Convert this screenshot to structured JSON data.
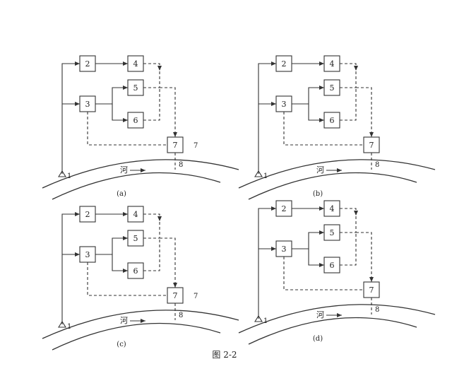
{
  "figure_caption": "图 2-2",
  "panels": [
    {
      "label": "(a)",
      "boxes": [
        "2",
        "4",
        "3",
        "5",
        "6",
        "7"
      ],
      "extra_label": "7",
      "pipe_label": "8",
      "river_label": "河",
      "source_label": "1"
    },
    {
      "label": "(b)",
      "boxes": [
        "2",
        "4",
        "3",
        "5",
        "6",
        "7"
      ],
      "extra_label": "",
      "pipe_label": "8",
      "river_label": "河",
      "source_label": "1"
    },
    {
      "label": "(c)",
      "boxes": [
        "2",
        "4",
        "3",
        "5",
        "6",
        "7"
      ],
      "extra_label": "7",
      "pipe_label": "8",
      "river_label": "河",
      "source_label": "1"
    },
    {
      "label": "(d)",
      "boxes": [
        "2",
        "4",
        "3",
        "5",
        "6",
        "7"
      ],
      "extra_label": "",
      "pipe_label": "8",
      "river_label": "河",
      "source_label": "1"
    }
  ]
}
